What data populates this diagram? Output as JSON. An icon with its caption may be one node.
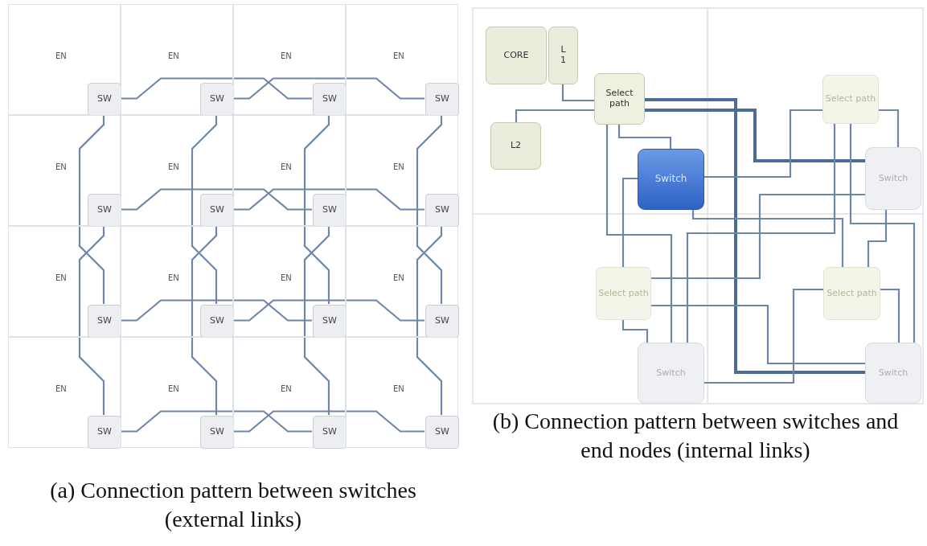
{
  "diagram": {
    "nodes": [
      {
        "text": [
          "EN"
        ]
      },
      {
        "text": [
          "SW"
        ],
        "in": 0
      },
      {
        "text": [
          "EN"
        ]
      },
      {
        "text": [
          "SW"
        ],
        "in": 2
      },
      {
        "text": [
          "EN"
        ]
      },
      {
        "text": [
          "SW"
        ],
        "in": 4
      },
      {
        "text": [
          "EN"
        ]
      },
      {
        "text": [
          "SW"
        ],
        "in": 6
      },
      {
        "text": [
          "EN"
        ]
      },
      {
        "text": [
          "SW"
        ],
        "in": 8
      },
      {
        "text": [
          "EN"
        ]
      },
      {
        "text": [
          "SW"
        ],
        "in": 10
      },
      {
        "text": [
          "EN"
        ]
      },
      {
        "text": [
          "SW"
        ],
        "in": 12
      },
      {
        "text": [
          "EN"
        ]
      },
      {
        "text": [
          "SW"
        ],
        "in": 14
      },
      {
        "text": [
          "EN"
        ]
      },
      {
        "text": [
          "SW"
        ],
        "in": 16
      },
      {
        "text": [
          "EN"
        ]
      },
      {
        "text": [
          "SW"
        ],
        "in": 18
      },
      {
        "text": [
          "EN"
        ]
      },
      {
        "text": [
          "SW"
        ],
        "in": 20
      },
      {
        "text": [
          "EN"
        ]
      },
      {
        "text": [
          "SW"
        ],
        "in": 22
      },
      {
        "text": [
          "EN"
        ]
      },
      {
        "text": [
          "SW"
        ],
        "in": 24
      },
      {
        "text": [
          "EN"
        ]
      },
      {
        "text": [
          "SW"
        ],
        "in": 26
      },
      {
        "text": [
          "EN"
        ]
      },
      {
        "text": [
          "SW"
        ],
        "in": 28
      },
      {
        "text": [
          "EN"
        ]
      },
      {
        "text": [
          "SW"
        ],
        "in": 30
      },
      {
        "text": [
          "CORE"
        ]
      },
      {
        "text": [
          "L 1"
        ]
      },
      {
        "text": [
          "Select path"
        ]
      },
      {
        "text": [
          "L2"
        ]
      },
      {
        "text": [
          "Select path"
        ]
      },
      {
        "text": [
          "Switch"
        ]
      },
      {
        "text": [
          "Switch"
        ]
      },
      {
        "text": [
          "Select path"
        ]
      },
      {
        "text": [
          "Select path"
        ]
      },
      {
        "text": [
          "Switch"
        ]
      },
      {
        "text": [
          "Switch"
        ]
      }
    ],
    "edges": [
      {
        "from": 1,
        "to": 5,
        "arrow": "none"
      },
      {
        "from": 3,
        "to": 7,
        "arrow": "none"
      },
      {
        "from": 9,
        "to": 13,
        "arrow": "none"
      },
      {
        "from": 11,
        "to": 15,
        "arrow": "none"
      },
      {
        "from": 17,
        "to": 21,
        "arrow": "none"
      },
      {
        "from": 19,
        "to": 23,
        "arrow": "none"
      },
      {
        "from": 25,
        "to": 29,
        "arrow": "none"
      },
      {
        "from": 27,
        "to": 31,
        "arrow": "none"
      },
      {
        "from": 1,
        "to": 17,
        "arrow": "none"
      },
      {
        "from": 9,
        "to": 25,
        "arrow": "none"
      },
      {
        "from": 3,
        "to": 19,
        "arrow": "none"
      },
      {
        "from": 11,
        "to": 27,
        "arrow": "none"
      },
      {
        "from": 5,
        "to": 21,
        "arrow": "none"
      },
      {
        "from": 13,
        "to": 29,
        "arrow": "none"
      },
      {
        "from": 7,
        "to": 23,
        "arrow": "none"
      },
      {
        "from": 15,
        "to": 31,
        "arrow": "none"
      },
      {
        "from": 33,
        "to": 34,
        "arrow": "none"
      },
      {
        "from": 35,
        "to": 34,
        "arrow": "none"
      },
      {
        "from": 34,
        "to": 37,
        "arrow": "none"
      },
      {
        "from": 34,
        "to": 38,
        "arrow": "none",
        "style": "thick"
      },
      {
        "from": 34,
        "to": 42,
        "arrow": "none",
        "style": "thick"
      },
      {
        "from": 34,
        "to": 41,
        "arrow": "none"
      },
      {
        "from": 37,
        "to": 36,
        "arrow": "none"
      },
      {
        "from": 36,
        "to": 38,
        "arrow": "none"
      },
      {
        "from": 36,
        "to": 41,
        "arrow": "none"
      },
      {
        "from": 36,
        "to": 42,
        "arrow": "none"
      },
      {
        "from": 37,
        "to": 39,
        "arrow": "none"
      },
      {
        "from": 37,
        "to": 40,
        "arrow": "none"
      },
      {
        "from": 38,
        "to": 39,
        "arrow": "none"
      },
      {
        "from": 38,
        "to": 40,
        "arrow": "none"
      },
      {
        "from": 39,
        "to": 41,
        "arrow": "none"
      },
      {
        "from": 39,
        "to": 42,
        "arrow": "none"
      },
      {
        "from": 40,
        "to": 41,
        "arrow": "none"
      },
      {
        "from": 40,
        "to": 42,
        "arrow": "none"
      }
    ],
    "labels": [
      "(a) Connection pattern between switches (external links)",
      "(b) Connection pattern between switches and end nodes (internal links)"
    ]
  }
}
